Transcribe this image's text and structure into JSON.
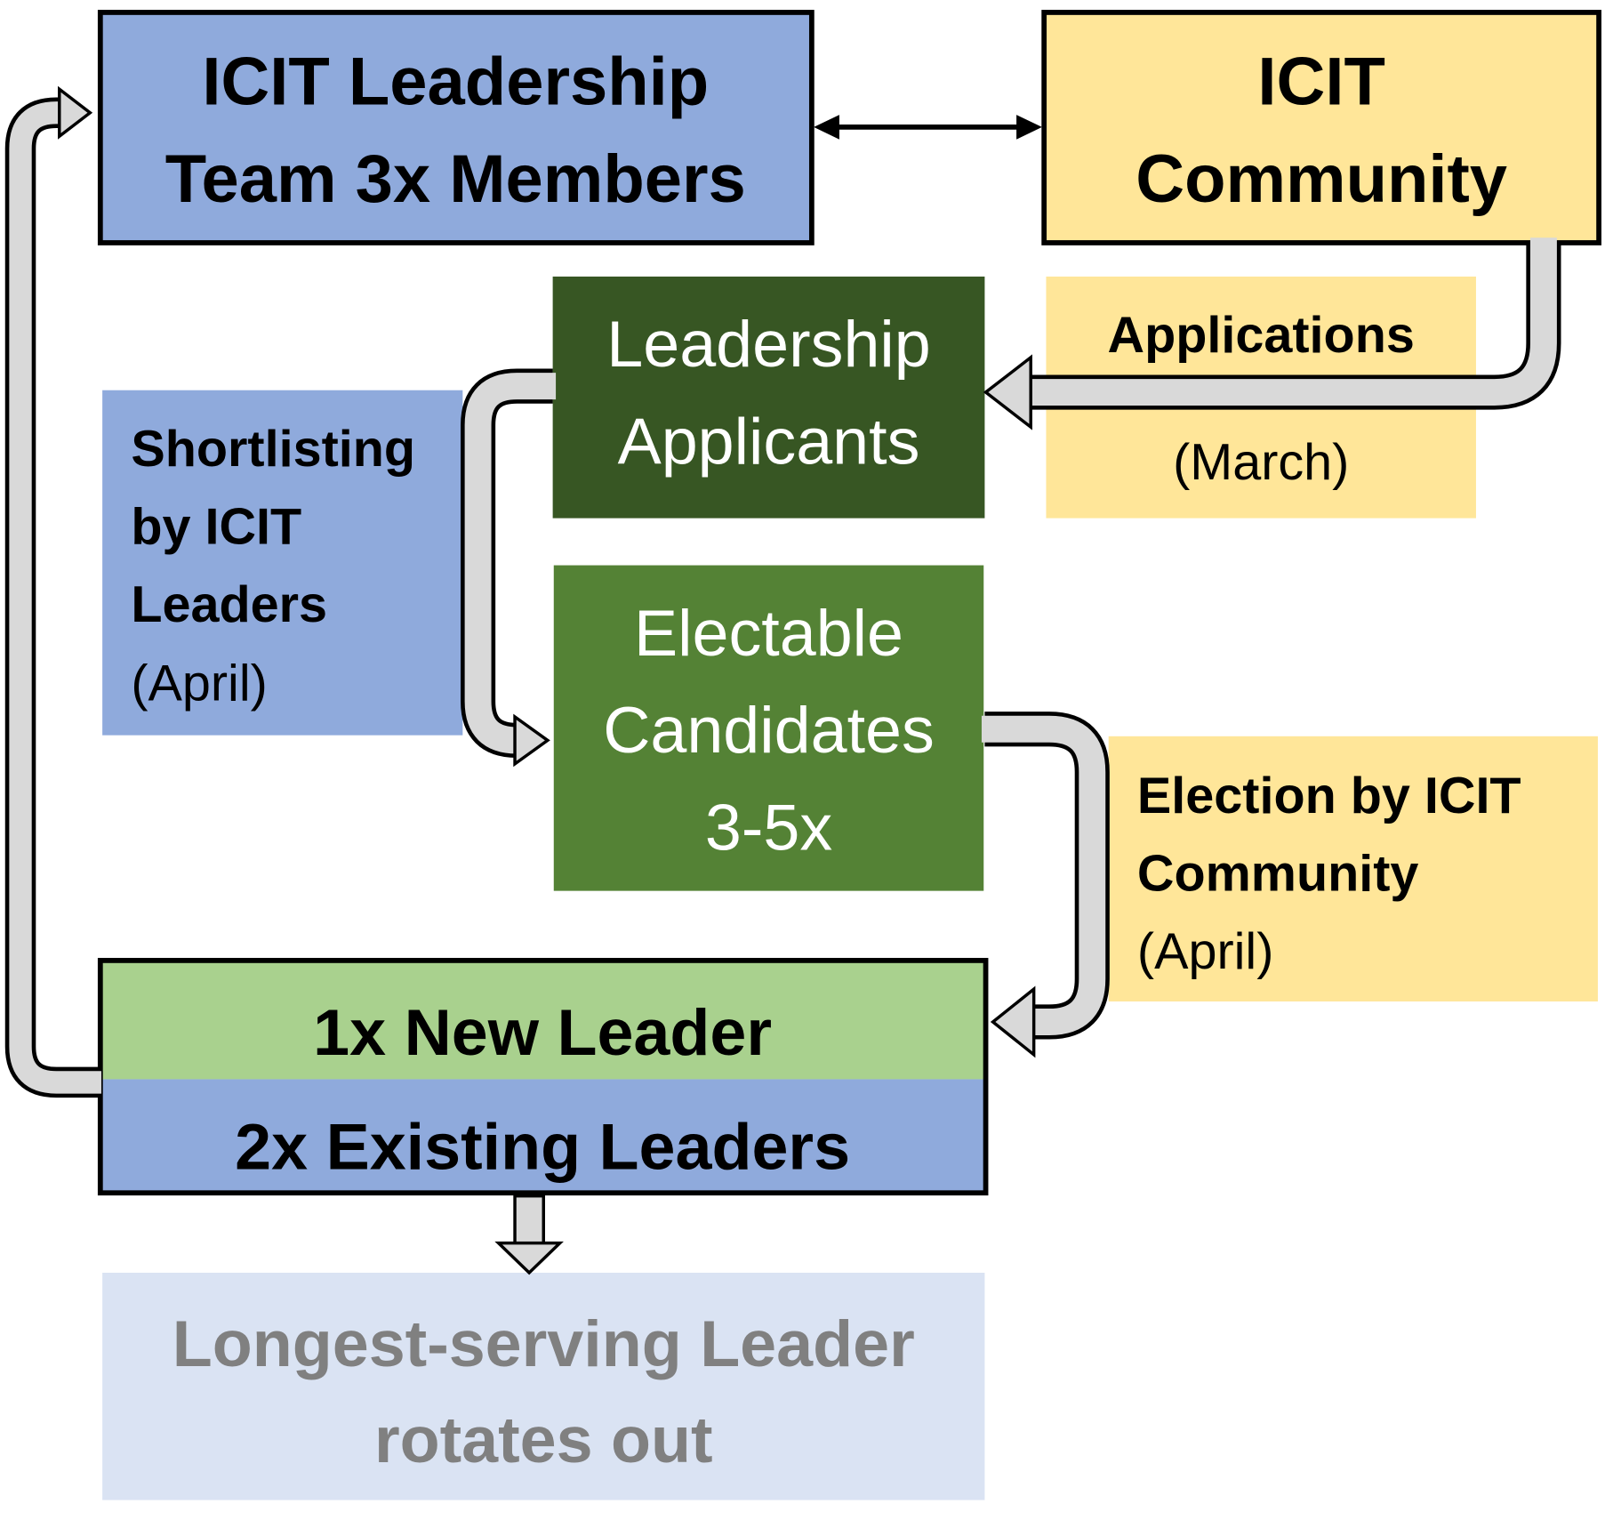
{
  "nodes": {
    "team": {
      "lines": [
        "ICIT Leadership",
        "Team 3x Members"
      ],
      "fill": "#8FAADC"
    },
    "community": {
      "lines": [
        "ICIT",
        "Community"
      ],
      "fill": "#FFE699"
    },
    "applicants": {
      "lines": [
        "Leadership",
        "Applicants"
      ],
      "fill": "#375623"
    },
    "candidates": {
      "lines": [
        "Electable",
        "Candidates",
        "3-5x"
      ],
      "fill": "#548235"
    },
    "new_leader": {
      "top": "1x New Leader",
      "bottom": "2x Existing Leaders",
      "top_fill": "#A9D18E",
      "bottom_fill": "#8FAADC"
    },
    "rotate_out": {
      "lines": [
        "Longest-serving Leader",
        "rotates out"
      ],
      "fill": "#DAE3F3",
      "text_color": "#808080"
    }
  },
  "labels": {
    "applications": {
      "title": "Applications",
      "when": "(March)",
      "fill": "#FFE699"
    },
    "shortlisting": {
      "lines": [
        "Shortlisting",
        "by ICIT",
        "Leaders"
      ],
      "when": "(April)",
      "fill": "#8FAADC"
    },
    "election": {
      "lines": [
        "Election by ICIT",
        "Community"
      ],
      "when": "(April)",
      "fill": "#FFE699"
    }
  },
  "arrow_fill": "#D9D9D9"
}
